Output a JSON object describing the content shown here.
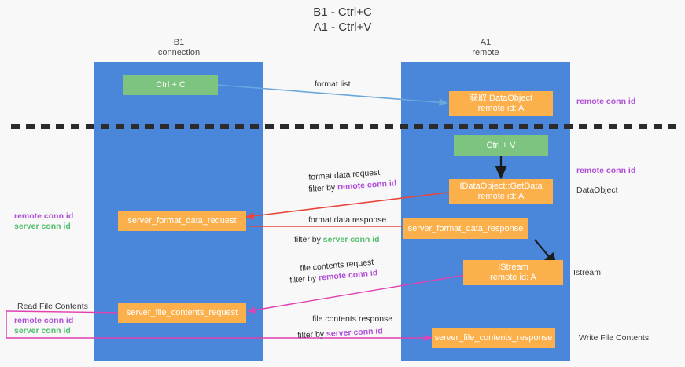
{
  "title": "B1 - Ctrl+C\nA1 - Ctrl+V",
  "colors": {
    "band": "#4a86d9",
    "green_box": "#7cc47f",
    "orange_box": "#fbb04c",
    "purple_text": "#b14fd8",
    "green_text": "#4fbf6b",
    "arrow_blue": "#6aa8dc",
    "arrow_red": "#e8453c",
    "arrow_magenta": "#e040b0",
    "arrow_black": "#1c1c1c",
    "background": "#f8f8f8"
  },
  "columns": [
    {
      "id": "b1",
      "header": "B1\nconnection"
    },
    {
      "id": "a1",
      "header": "A1\nremote"
    }
  ],
  "boxes": {
    "ctrl_c": "Ctrl + C",
    "ctrl_v": "Ctrl + V",
    "get_idataobject": "获取IDataObject\nremote id: A",
    "idataobject_getdata": "IDataObject::GetData\nremote id: A",
    "server_format_data_request": "server_format_data_request",
    "server_format_data_response": "server_format_data_response",
    "istream": "IStream\nremote id: A",
    "server_file_contents_request": "server_file_contents_request",
    "server_file_contents_response": "server_file_contents_response"
  },
  "arrow_labels": {
    "format_list": "format list",
    "format_data_request": "format data request",
    "format_data_request_filter_prefix": "filter by ",
    "format_data_request_filter_key": "remote conn id",
    "format_data_response": "format data response",
    "format_data_response_filter_prefix": "filter by ",
    "format_data_response_filter_key": "server conn id",
    "file_contents_request": "file contents request",
    "file_contents_request_filter_prefix": "filter by ",
    "file_contents_request_filter_key": "remote conn id",
    "file_contents_response": "file contents response",
    "file_contents_response_filter_prefix": "filter by ",
    "file_contents_response_filter_key": "server conn id"
  },
  "side_labels": {
    "right_remote_conn_id_top": "remote conn id",
    "right_remote_conn_id_mid": "remote conn id",
    "right_dataobject": "DataObject",
    "right_istream": "Istream",
    "right_write_file_contents": "Write File Contents",
    "left_remote_conn_id": "remote conn id",
    "left_server_conn_id": "server conn id",
    "left_read_file_contents": "Read File Contents",
    "left_remote_conn_id_2": "remote conn id",
    "left_server_conn_id_2": "server conn id"
  }
}
